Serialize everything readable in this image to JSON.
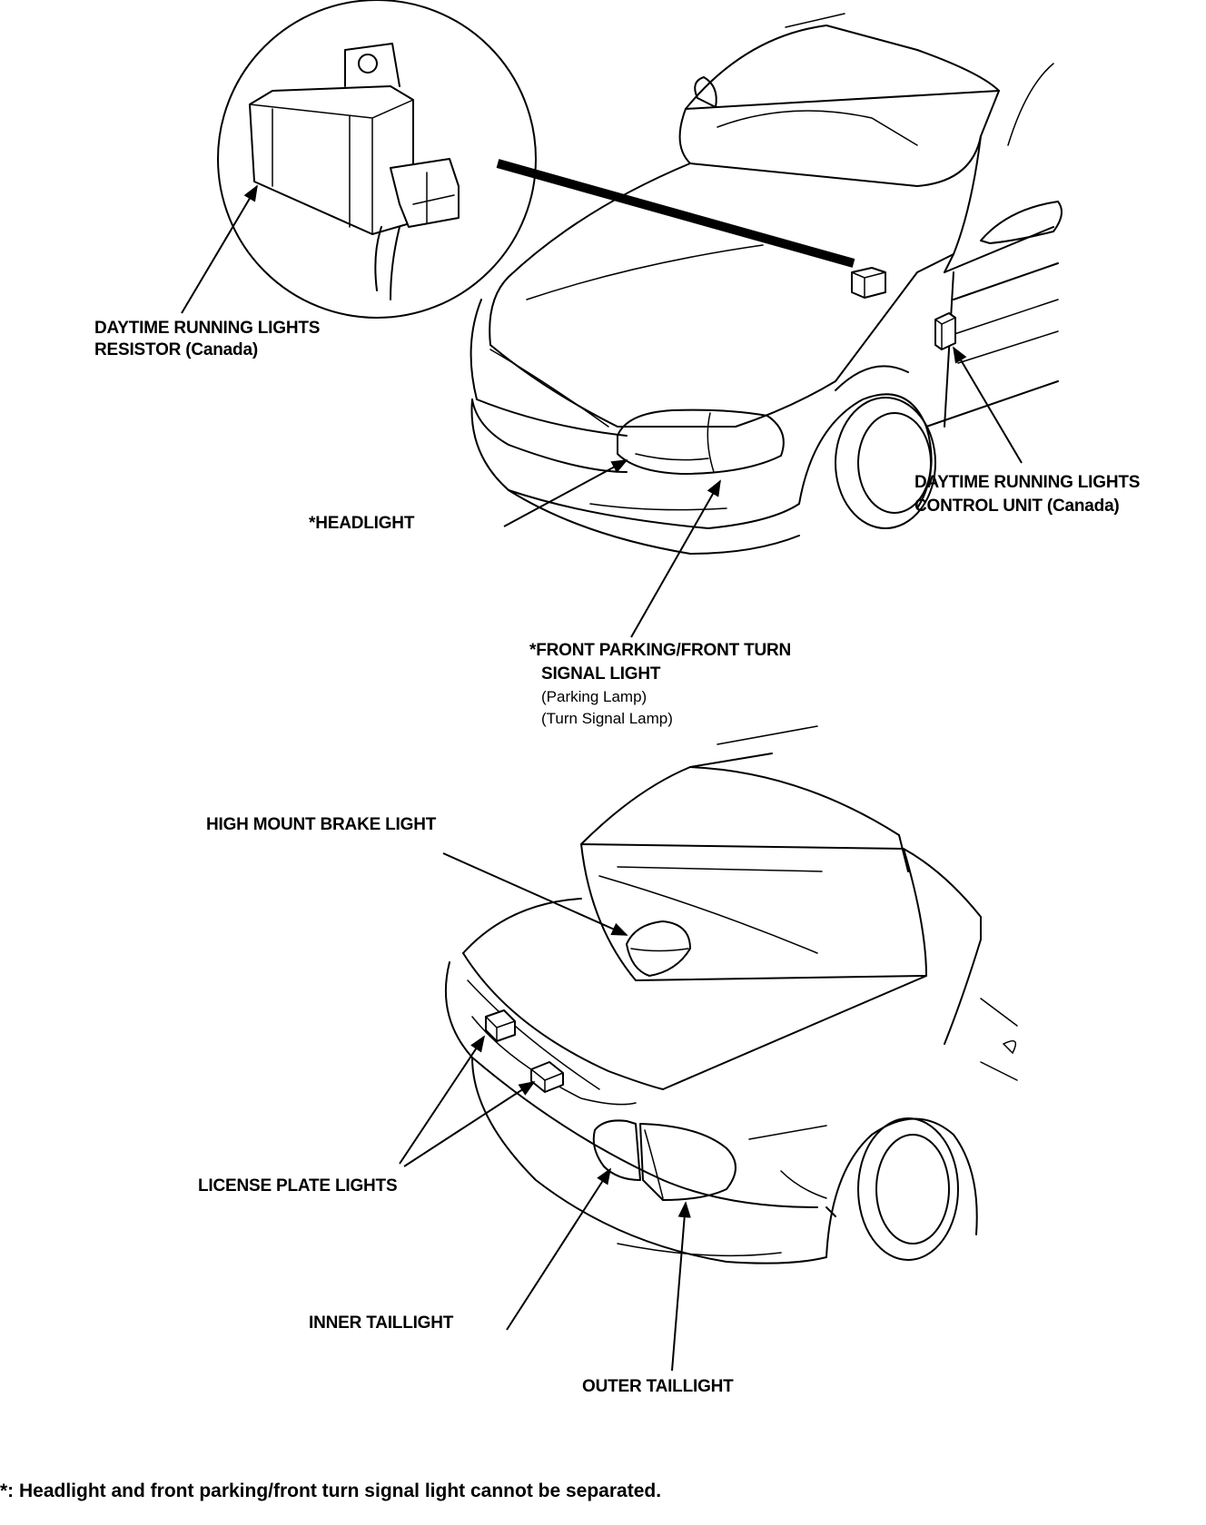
{
  "labels": {
    "drl_resistor": [
      "DAYTIME RUNNING LIGHTS",
      "RESISTOR (Canada)"
    ],
    "drl_control_unit": [
      "DAYTIME RUNNING LIGHTS",
      "CONTROL UNIT (Canada)"
    ],
    "headlight": "*HEADLIGHT",
    "front_parking": {
      "line1": "*FRONT PARKING/FRONT TURN",
      "line2": "SIGNAL LIGHT",
      "sub1": "(Parking Lamp)",
      "sub2": "(Turn Signal Lamp)"
    },
    "high_mount": "HIGH MOUNT BRAKE LIGHT",
    "license_plate": "LICENSE PLATE LIGHTS",
    "inner_taillight": "INNER TAILLIGHT",
    "outer_taillight": "OUTER TAILLIGHT"
  },
  "footnote": "*: Headlight and front parking/front turn signal light cannot be separated."
}
